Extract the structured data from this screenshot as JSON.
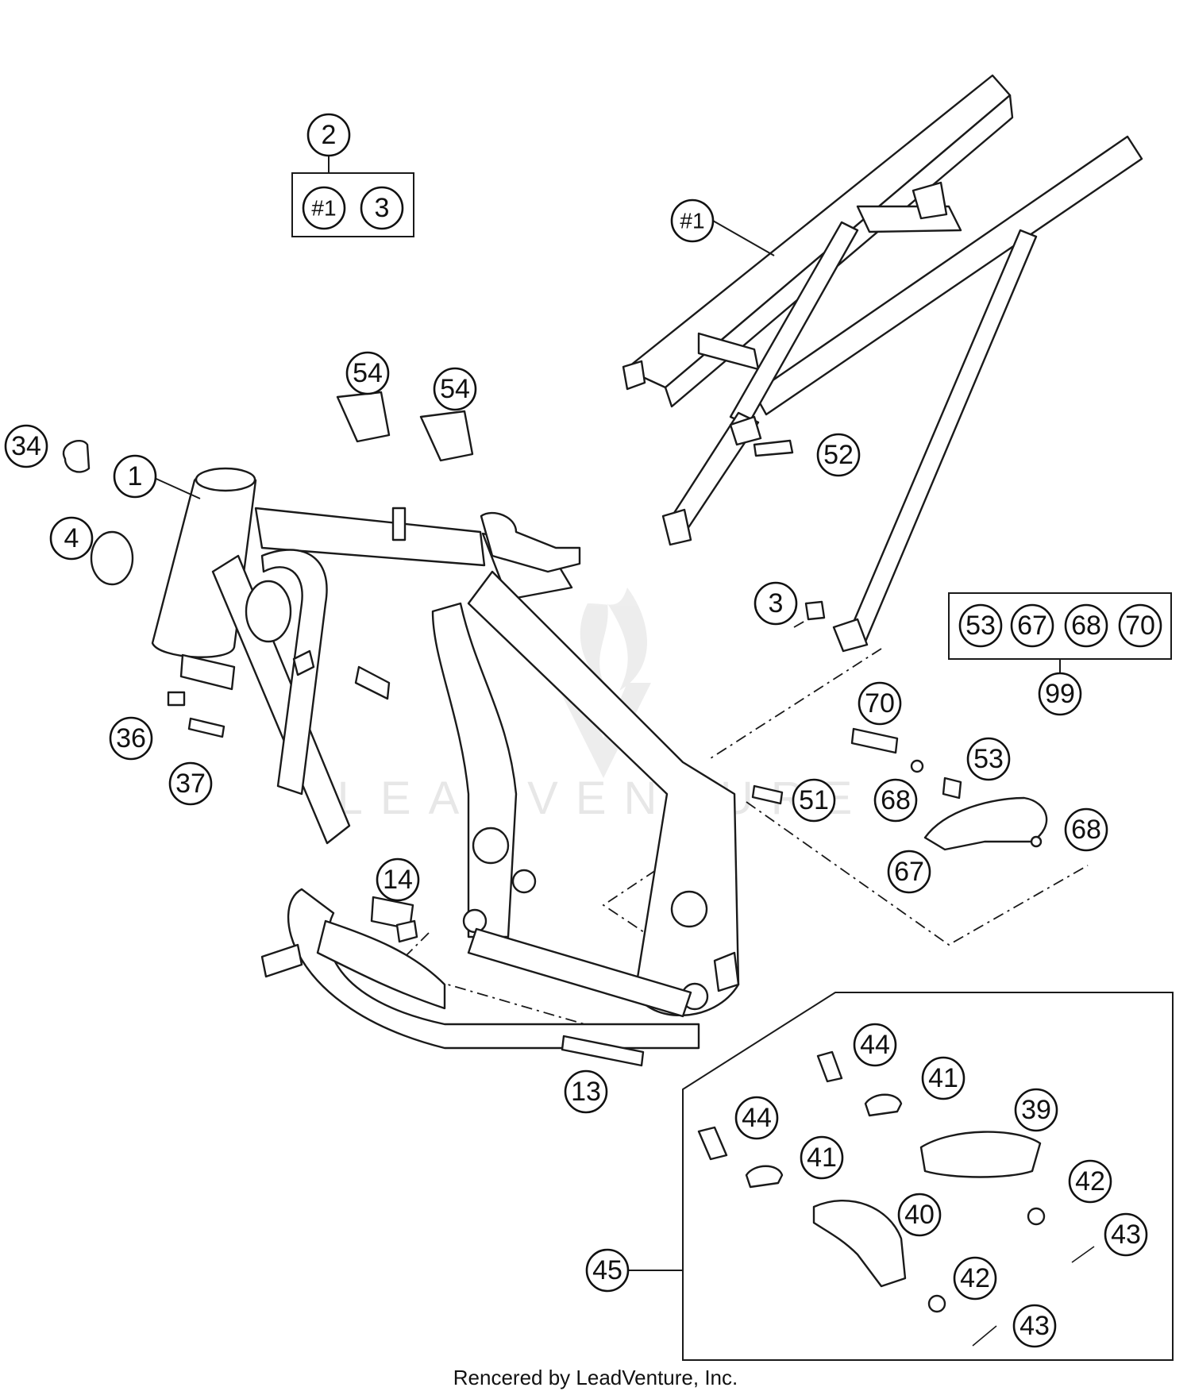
{
  "footer_text": "Rencered by LeadVenture, Inc.",
  "watermark_text": "LEADVENTURE",
  "callouts": {
    "c2": "2",
    "c1_set": "#1",
    "c3_set": "3",
    "c1_subframe": "#1",
    "c54a": "54",
    "c54b": "54",
    "c34": "34",
    "c1": "1",
    "c4": "4",
    "c52": "52",
    "c3": "3",
    "c53_kit": "53",
    "c67_kit": "67",
    "c68_kit": "68",
    "c70_kit": "70",
    "c99": "99",
    "c70": "70",
    "c36": "36",
    "c37": "37",
    "c53": "53",
    "c51": "51",
    "c68a": "68",
    "c68b": "68",
    "c67": "67",
    "c14": "14",
    "c13": "13",
    "c44a": "44",
    "c41a": "41",
    "c39": "39",
    "c44b": "44",
    "c41b": "41",
    "c42a": "42",
    "c40": "40",
    "c43a": "43",
    "c45": "45",
    "c42b": "42",
    "c43b": "43"
  }
}
